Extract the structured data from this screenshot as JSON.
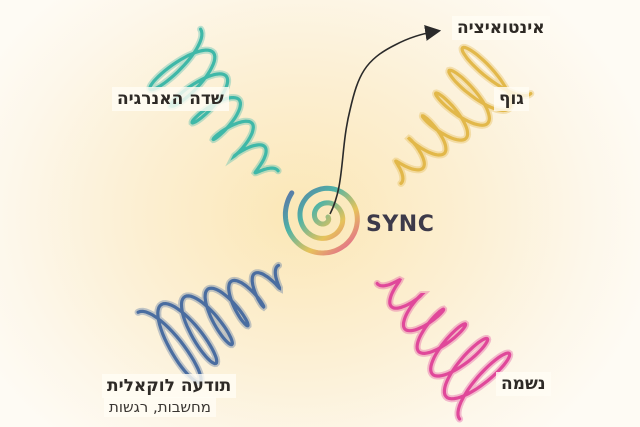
{
  "labels": {
    "intuition": "אינטואיציה",
    "body": "גוף",
    "energy_field": "שדה האנרגיה",
    "local_awareness": "תודעה לוקאלית",
    "local_awareness_sub": "מחשבות, רגשות",
    "soul": "נשמה",
    "center": "SYNC"
  },
  "colors": {
    "energy_field": "#3fb8a8",
    "body": "#e2b84a",
    "local_awareness": "#4a6da0",
    "soul": "#e0489a",
    "arrow": "#2a2a2a"
  }
}
